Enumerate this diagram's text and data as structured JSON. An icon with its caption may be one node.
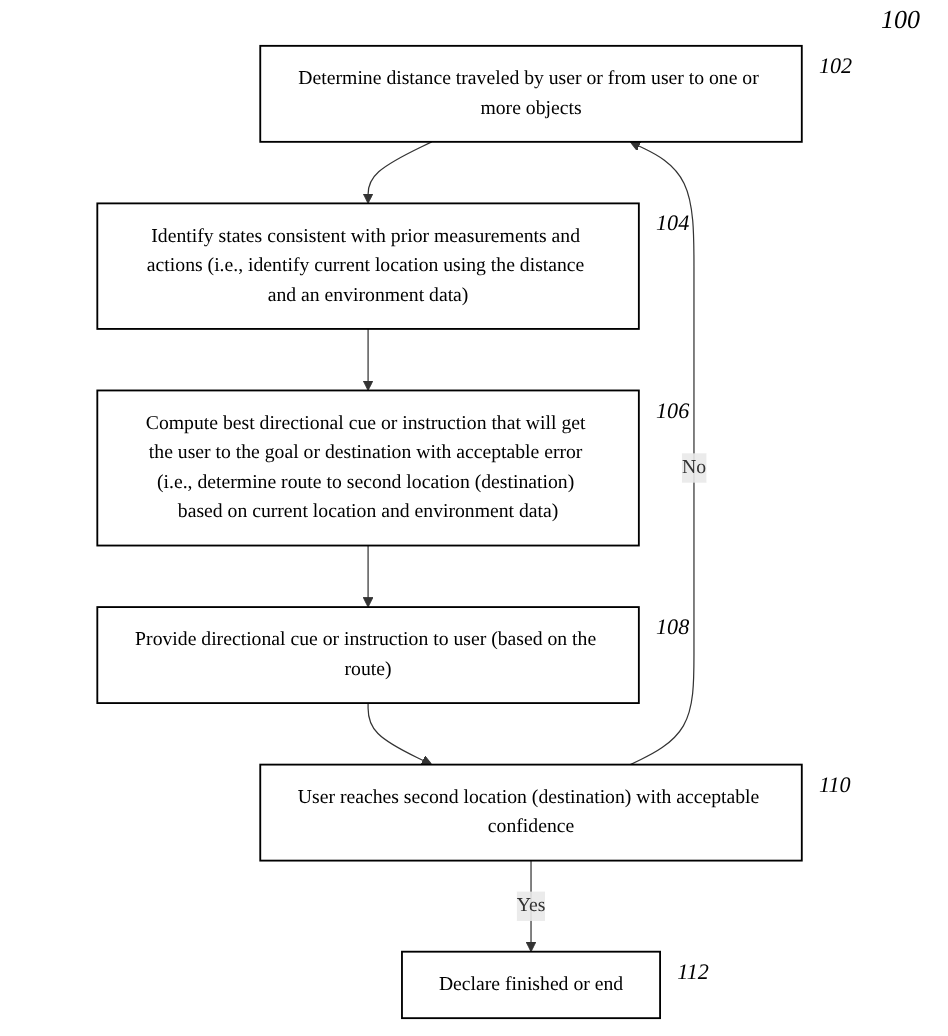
{
  "diagram": {
    "nodes": [
      {
        "text": [
          "Determine distance traveled by user or from user to one or more objects"
        ],
        "beside": [
          "102"
        ]
      },
      {
        "text": [
          "Identify states consistent with prior measurements and actions (i.e., identify current location using the distance and an environment data)"
        ],
        "beside": [
          "104"
        ]
      },
      {
        "text": [
          "Compute best directional cue or instruction that will get the user to the goal or destination with acceptable error (i.e., determine route to second location (destination) based on current location and environment data)"
        ],
        "beside": [
          "106"
        ]
      },
      {
        "text": [
          "Provide directional cue or instruction to user (based on the route)"
        ],
        "beside": [
          "108"
        ]
      },
      {
        "text": [
          "User reaches second location (destination) with acceptable confidence"
        ],
        "beside": [
          "110"
        ]
      },
      {
        "text": [
          "Declare finished or end"
        ],
        "beside": [
          "112"
        ]
      }
    ],
    "edges": [
      {
        "from": 0,
        "to": 1,
        "arrow": "to"
      },
      {
        "from": 1,
        "to": 2,
        "arrow": "to"
      },
      {
        "from": 2,
        "to": 3,
        "arrow": "to"
      },
      {
        "from": 3,
        "to": 4,
        "arrow": "to"
      },
      {
        "from": 4,
        "to": 5,
        "arrow": "to",
        "label": "Yes"
      },
      {
        "from": 4,
        "to": 0,
        "arrow": "to",
        "label": "No"
      }
    ],
    "labels": [
      "100"
    ]
  }
}
